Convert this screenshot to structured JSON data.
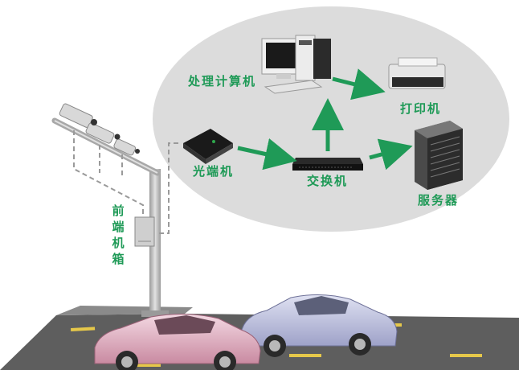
{
  "labels": {
    "processing_computer": "处理计算机",
    "printer": "打印机",
    "optical_terminal": "光端机",
    "switch": "交换机",
    "server": "服务器",
    "frontend_box": "前端机箱"
  },
  "colors": {
    "label_green": "#1f9a57",
    "arrow_green": "#1f9a57",
    "ellipse_gray": "#dcdcdc",
    "road": "#5a5a5a",
    "pole": "#b8b8b8"
  },
  "icons": [
    "computer-icon",
    "printer-icon",
    "optical-terminal-icon",
    "switch-icon",
    "server-icon",
    "camera-icon",
    "car-icon"
  ]
}
